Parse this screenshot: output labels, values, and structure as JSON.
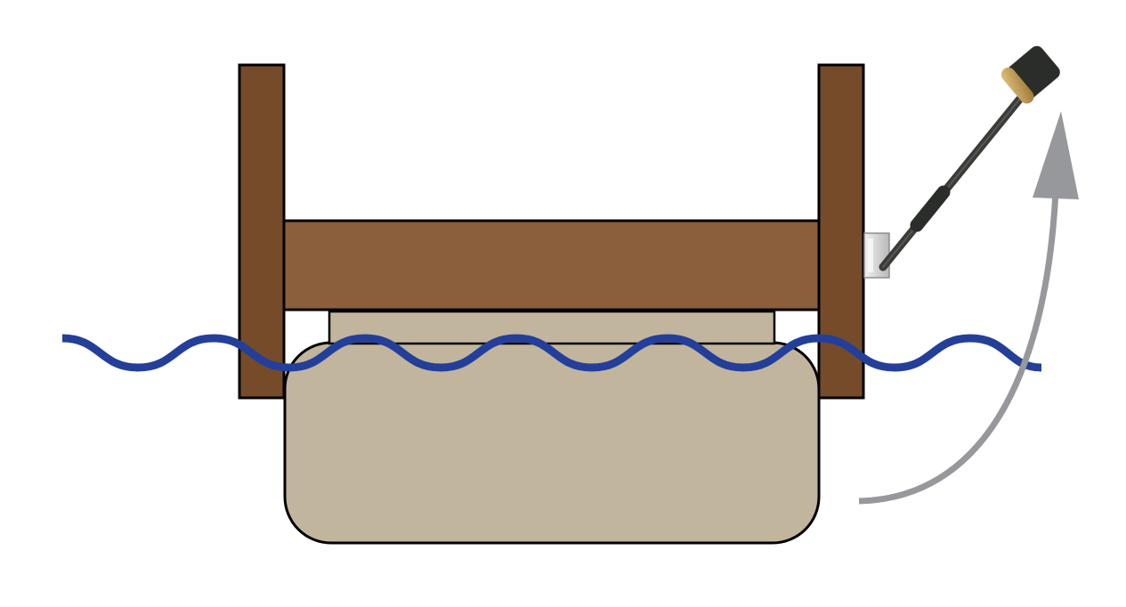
{
  "colors": {
    "background": "#ffffff",
    "post": "#764b29",
    "beam": "#8b5f3b",
    "float": "#c2b59d",
    "outline": "#000000",
    "water": "#233f9a",
    "arrow": "#97989b",
    "bracket": "#d3d3d3",
    "lever_rod": "#3a3c38",
    "lever_handle": "#2b2d2a",
    "lever_cap": "#c19a55"
  },
  "icons": {
    "water": "wave-line",
    "arrow": "curved-arrow-up",
    "lever": "lever-handle"
  }
}
